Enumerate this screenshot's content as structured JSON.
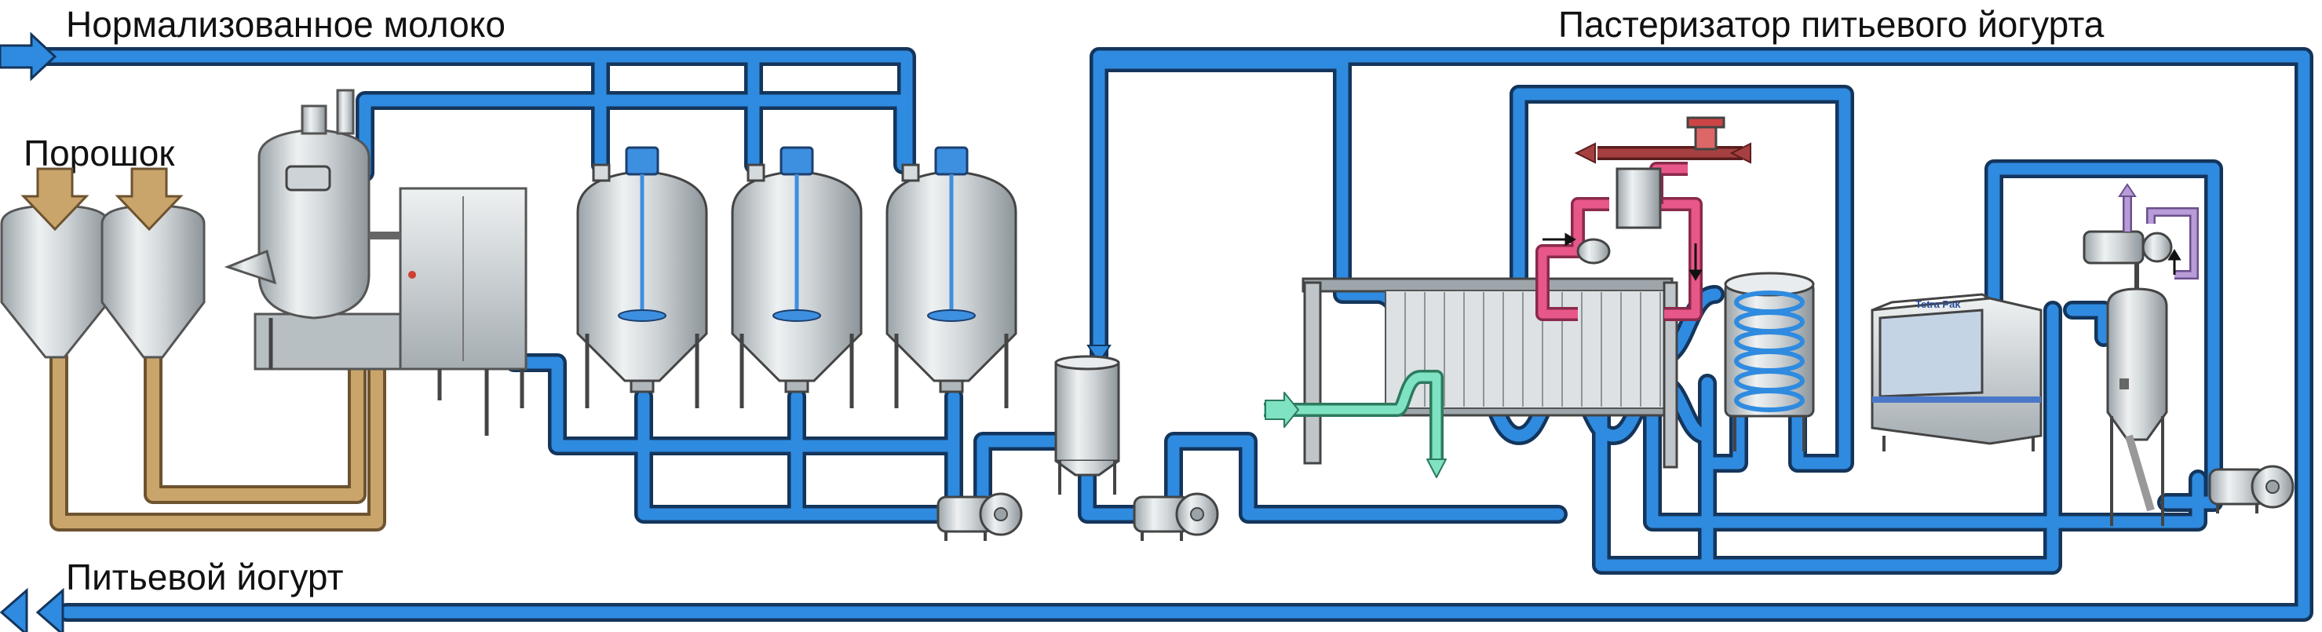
{
  "labels": {
    "milk_in": "Нормализованное молоко",
    "powder": "Порошок",
    "pasteurizer": "Пастеризатор питьевого йогурта",
    "yogurt_out": "Питьевой йогурт"
  },
  "brand": {
    "homogenizer_logo": "Tetra Pak"
  },
  "colors": {
    "product_pipe": "#2f8be0",
    "product_pipe_edge": "#14355c",
    "powder_pipe": "#c9a56b",
    "powder_pipe_edge": "#6e5330",
    "hot_water": "#e8578a",
    "cooling_water": "#7fe3c3",
    "steam": "#a64040",
    "vent": "#b89cd8",
    "equipment_steel": "#d7dcdf"
  },
  "icons": [
    "flow-arrow-icon",
    "pump-icon",
    "tank-icon",
    "agitator-icon",
    "heat-exchanger-icon",
    "holding-tube-icon",
    "homogenizer-icon",
    "deaerator-icon",
    "silo-icon",
    "valve-icon"
  ]
}
